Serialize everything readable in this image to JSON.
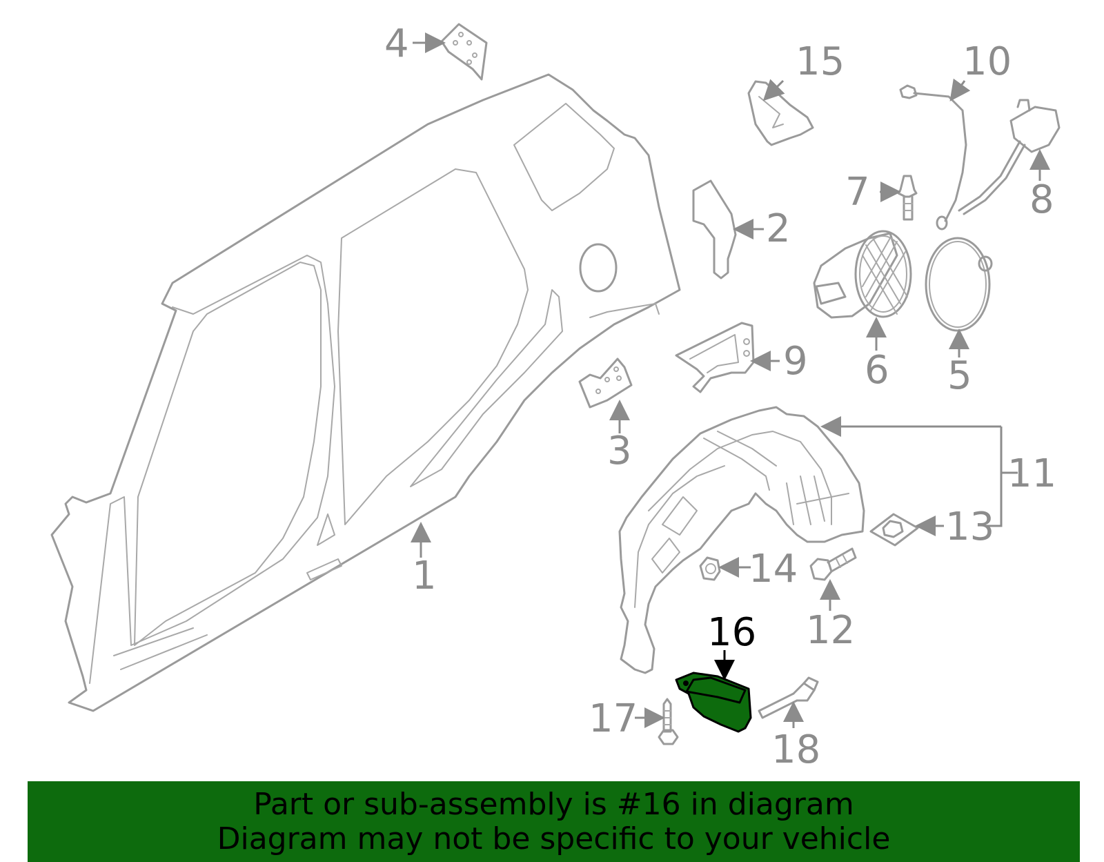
{
  "callouts": [
    {
      "id": "1",
      "label": "1"
    },
    {
      "id": "2",
      "label": "2"
    },
    {
      "id": "3",
      "label": "3"
    },
    {
      "id": "4",
      "label": "4"
    },
    {
      "id": "5",
      "label": "5"
    },
    {
      "id": "6",
      "label": "6"
    },
    {
      "id": "7",
      "label": "7"
    },
    {
      "id": "8",
      "label": "8"
    },
    {
      "id": "9",
      "label": "9"
    },
    {
      "id": "10",
      "label": "10"
    },
    {
      "id": "11",
      "label": "11"
    },
    {
      "id": "12",
      "label": "12"
    },
    {
      "id": "13",
      "label": "13"
    },
    {
      "id": "14",
      "label": "14"
    },
    {
      "id": "15",
      "label": "15"
    },
    {
      "id": "16",
      "label": "16"
    },
    {
      "id": "17",
      "label": "17"
    },
    {
      "id": "18",
      "label": "18"
    }
  ],
  "highlighted_part": "16",
  "colors": {
    "highlight_fill": "#0d6b0d",
    "banner_background": "#0d6b0d",
    "line_art": "#9a9a9a",
    "callout_text": "#8c8c8c"
  },
  "banner": {
    "line1": "Part or sub-assembly is #16 in diagram",
    "line2": "Diagram may not be specific to your vehicle"
  }
}
